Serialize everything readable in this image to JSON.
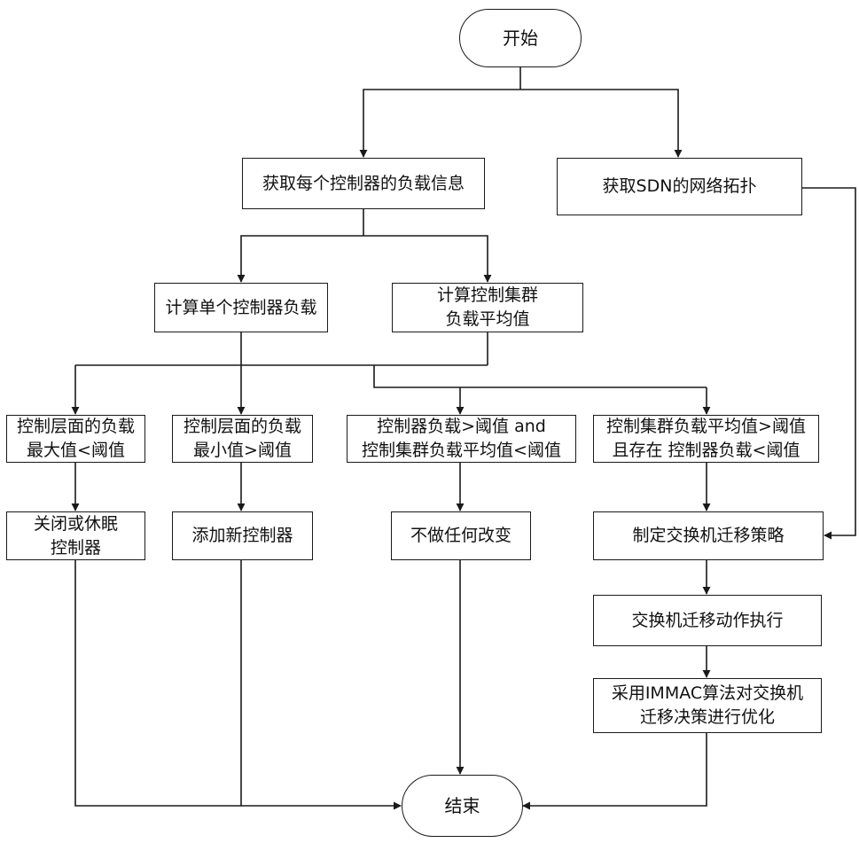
{
  "start": "开始",
  "get_load": "获取每个控制器的负载信息",
  "get_topology": "获取SDN的网络拓扑",
  "calc_single": "计算单个控制器负载",
  "calc_cluster": [
    "计算控制集群",
    "负载平均值"
  ],
  "cond_max": [
    "控制层面的负载",
    "最大值<阈值"
  ],
  "cond_min": [
    "控制层面的负载",
    "最小值>阈值"
  ],
  "cond_mid": [
    "控制器负载>阈值 and",
    "控制集群负载平均值<阈值"
  ],
  "cond_cluster": [
    "控制集群负载平均值>阈值",
    "且存在 控制器负载<阈值"
  ],
  "act_close": [
    "关闭或休眠",
    "控制器"
  ],
  "act_add": "添加新控制器",
  "act_none": "不做任何改变",
  "plan": "制定交换机迁移策略",
  "execute": "交换机迁移动作执行",
  "optimize": [
    "采用IMMAC算法对交换机",
    "迁移决策进行优化"
  ],
  "end": "结束"
}
